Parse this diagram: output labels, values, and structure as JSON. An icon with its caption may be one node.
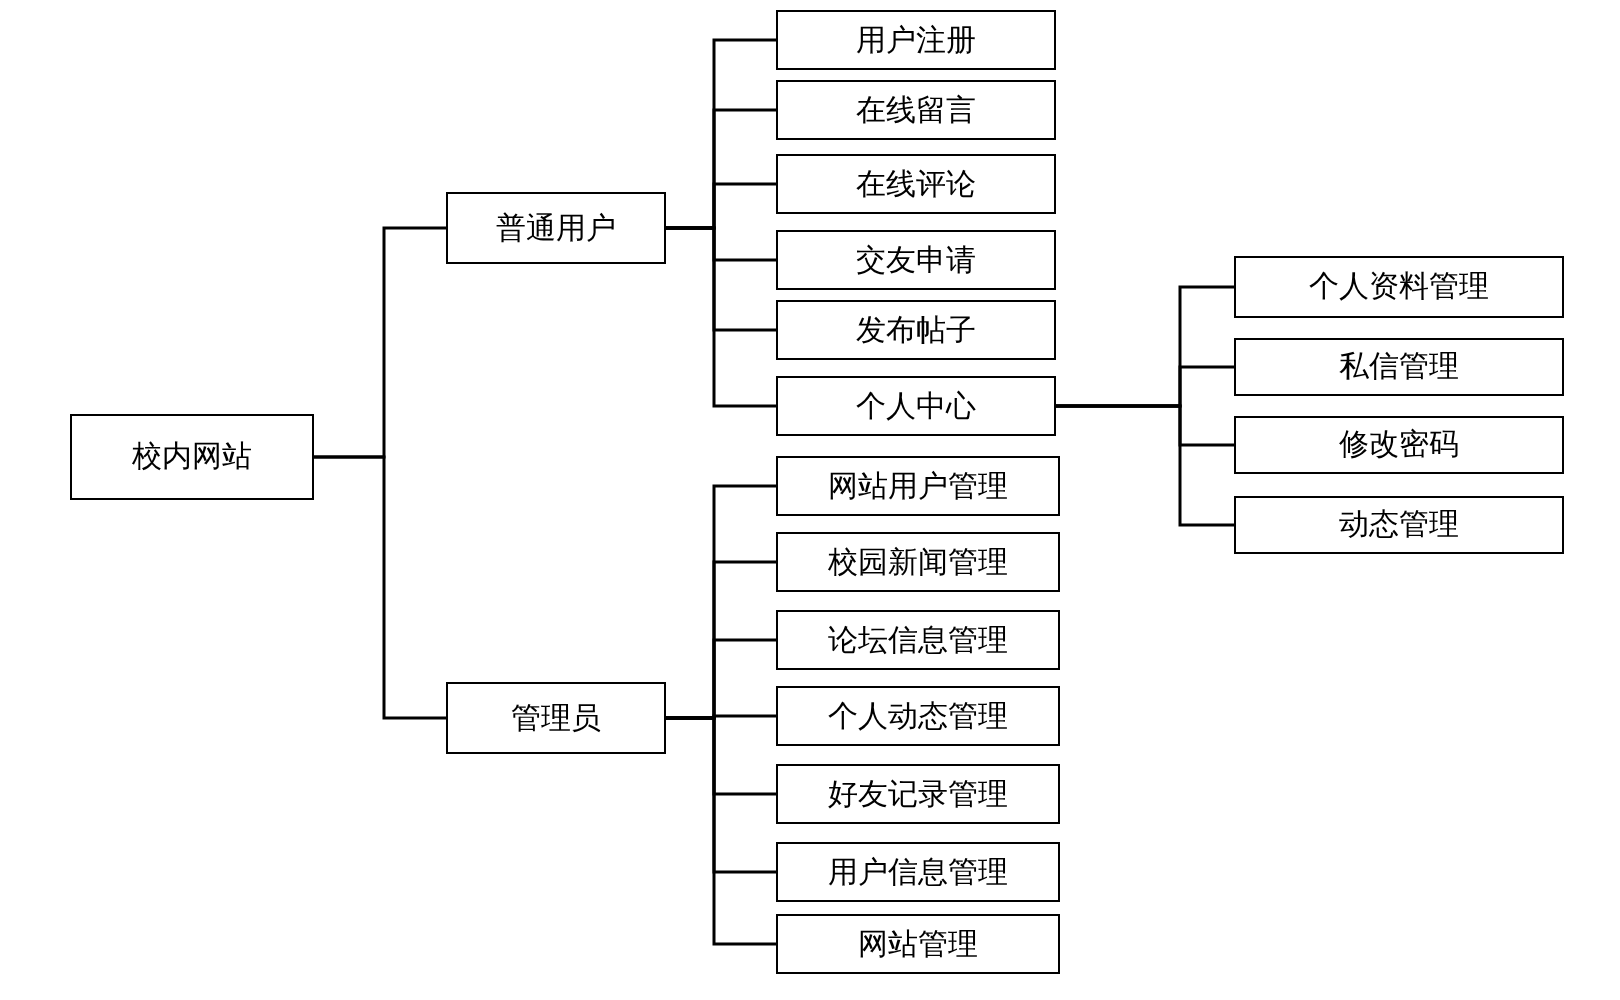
{
  "diagram": {
    "nodes": [
      {
        "text": [
          "校内网站"
        ]
      },
      {
        "text": [
          "普通用户"
        ]
      },
      {
        "text": [
          "管理员"
        ]
      },
      {
        "text": [
          "用户注册"
        ]
      },
      {
        "text": [
          "在线留言"
        ]
      },
      {
        "text": [
          "在线评论"
        ]
      },
      {
        "text": [
          "交友申请"
        ]
      },
      {
        "text": [
          "发布帖子"
        ]
      },
      {
        "text": [
          "个人中心"
        ]
      },
      {
        "text": [
          "网站用户管理"
        ]
      },
      {
        "text": [
          "校园新闻管理"
        ]
      },
      {
        "text": [
          "论坛信息管理"
        ]
      },
      {
        "text": [
          "个人动态管理"
        ]
      },
      {
        "text": [
          "好友记录管理"
        ]
      },
      {
        "text": [
          "用户信息管理"
        ]
      },
      {
        "text": [
          "网站管理"
        ]
      },
      {
        "text": [
          "个人资料管理"
        ]
      },
      {
        "text": [
          "私信管理"
        ]
      },
      {
        "text": [
          "修改密码"
        ]
      },
      {
        "text": [
          "动态管理"
        ]
      }
    ],
    "edges": [
      {
        "from": 0,
        "to": 1,
        "arrow": "none"
      },
      {
        "from": 0,
        "to": 2,
        "arrow": "none"
      },
      {
        "from": 1,
        "to": 3,
        "arrow": "none"
      },
      {
        "from": 1,
        "to": 4,
        "arrow": "none"
      },
      {
        "from": 1,
        "to": 5,
        "arrow": "none"
      },
      {
        "from": 1,
        "to": 6,
        "arrow": "none"
      },
      {
        "from": 1,
        "to": 7,
        "arrow": "none"
      },
      {
        "from": 1,
        "to": 8,
        "arrow": "none"
      },
      {
        "from": 2,
        "to": 9,
        "arrow": "none"
      },
      {
        "from": 2,
        "to": 10,
        "arrow": "none"
      },
      {
        "from": 2,
        "to": 11,
        "arrow": "none"
      },
      {
        "from": 2,
        "to": 12,
        "arrow": "none"
      },
      {
        "from": 2,
        "to": 13,
        "arrow": "none"
      },
      {
        "from": 2,
        "to": 14,
        "arrow": "none"
      },
      {
        "from": 2,
        "to": 15,
        "arrow": "none"
      },
      {
        "from": 8,
        "to": 16,
        "arrow": "none"
      },
      {
        "from": 8,
        "to": 17,
        "arrow": "none"
      },
      {
        "from": 8,
        "to": 18,
        "arrow": "none"
      },
      {
        "from": 8,
        "to": 19,
        "arrow": "none"
      }
    ]
  }
}
